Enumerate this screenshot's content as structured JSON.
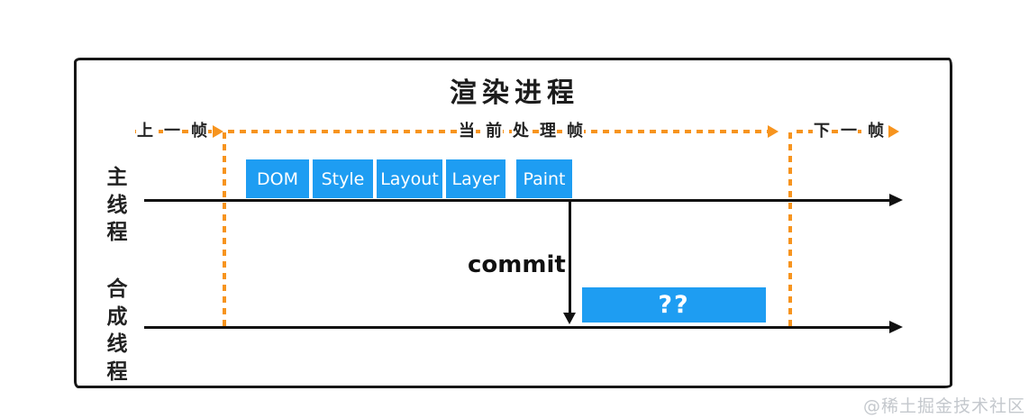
{
  "diagram": {
    "title": "渲染进程",
    "frame_labels": {
      "prev": "上一帧",
      "current": "当前处理帧",
      "next": "下一帧"
    },
    "threads": {
      "main": {
        "label": "主线程",
        "stages": [
          "DOM",
          "Style",
          "Layout",
          "Layer",
          "Paint"
        ]
      },
      "compositor": {
        "label": "合成线程",
        "block_label": "??"
      }
    },
    "commit_label": "commit",
    "colors": {
      "stage_blue": "#1E9DF2",
      "dash_orange": "#F7941E",
      "line_black": "#111111"
    }
  },
  "watermark": "@稀土掘金技术社区"
}
